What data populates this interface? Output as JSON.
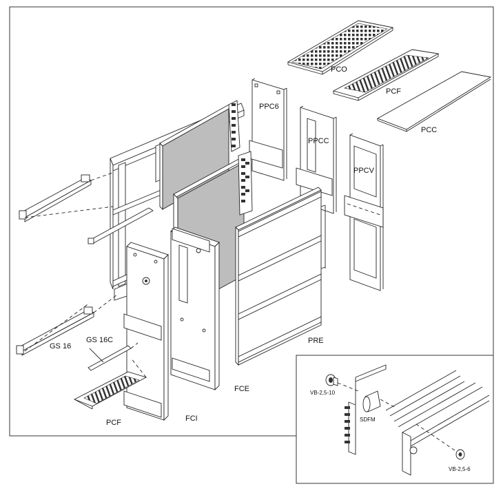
{
  "labels": {
    "pco": "PCO",
    "pcf_top": "PCF",
    "pcc": "PCC",
    "ppc6": "PPC6",
    "ppcc": "PPCC",
    "ppcv": "PPCV",
    "pre": "PRE",
    "gs16": "GS 16",
    "gs16c": "GS 16C",
    "fce": "FCE",
    "fci": "FCI",
    "pcf_bottom": "PCF"
  },
  "inset_labels": {
    "vb_top": "VB-2,5-10",
    "sdfm": "SDFM",
    "vb_bottom": "VB-2,5-6"
  },
  "colors": {
    "line": "#222222",
    "panel_fill": "#bdbdbd"
  }
}
